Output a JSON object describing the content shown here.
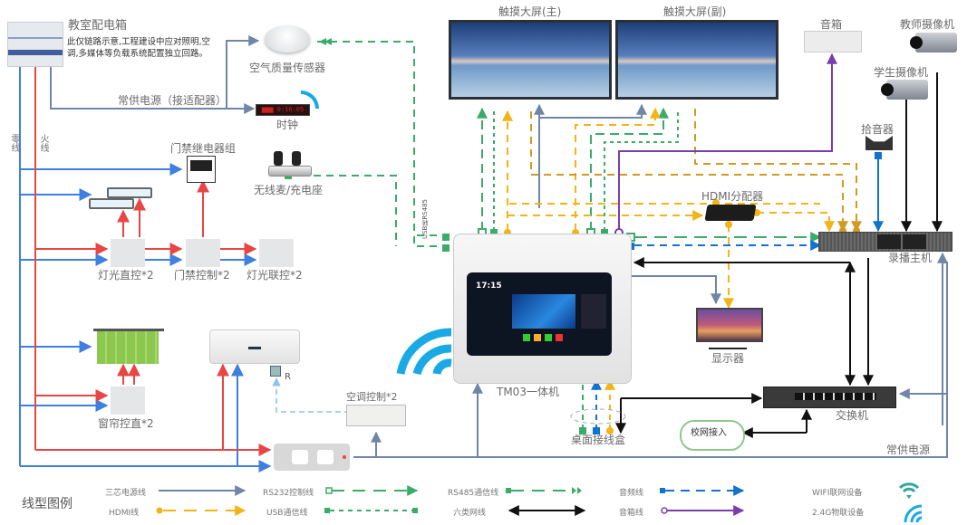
{
  "title": "教室智能化系统连线示意图",
  "colors": {
    "power": "#6f86a8",
    "live": "#e84545",
    "neutral": "#3f7fe0",
    "rs232": "#3bab6a",
    "rs485": "#3bab6a",
    "usb": "#3bab6a",
    "hdmi": "#f2b416",
    "hdmi_dark": "#d19a22",
    "audio": "#1272d0",
    "ethernet": "#111111",
    "speaker": "#7a3db0",
    "wifi": "#19a9e5",
    "wifi_legend": "#2fa8a0"
  },
  "devices": {
    "distribution_box": {
      "label": "教室配电箱",
      "note": "此仅链路示意,工程建设中应对照明,空调,多媒体等负载系统配置独立回路。"
    },
    "neutral_wire": "零线",
    "live_wire": "火线",
    "constant_power_adapter": "常供电源（接适配器）",
    "air_sensor": "空气质量传感器",
    "clock": "时钟",
    "wireless_mic": "无线麦/充电座",
    "door_relay": "门禁继电器组",
    "light_switch": "灯光直控*2",
    "door_control": "门禁控制*2",
    "light_link": "灯光联控*2",
    "curtain_control": "窗帘控直*2",
    "ac_control": "空调控制*2",
    "ac_receiver": "R",
    "touch_main": "触摸大屏(主)",
    "touch_sub": "触摸大屏(副)",
    "speaker": "音箱",
    "teacher_cam": "教师摄像机",
    "student_cam": "学生摄像机",
    "mic_pickup": "拾音器",
    "hdmi_splitter": "HDMI分配器",
    "recorder": "录播主机",
    "display": "显示器",
    "terminal": "TM03一体机",
    "terminal_time": "17:15",
    "desk_box": "桌面接线盒",
    "switch": "交换机",
    "campus_net": "校网接入",
    "constant_power": "常供电源",
    "usb_rs485": "USB转RS485"
  },
  "legend": {
    "title": "线型图例",
    "items": [
      {
        "label": "三芯电源线",
        "type": "power"
      },
      {
        "label": "RS232控制线",
        "type": "rs232"
      },
      {
        "label": "RS485通信线",
        "type": "rs485"
      },
      {
        "label": "音频线",
        "type": "audio"
      },
      {
        "label": "WIFI联网设备",
        "type": "wifi"
      },
      {
        "label": "HDMI线",
        "type": "hdmi"
      },
      {
        "label": "USB通信线",
        "type": "usb"
      },
      {
        "label": "六类网线",
        "type": "ethernet"
      },
      {
        "label": "音箱线",
        "type": "speaker"
      },
      {
        "label": "2.4G物联设备",
        "type": "iot"
      }
    ]
  }
}
